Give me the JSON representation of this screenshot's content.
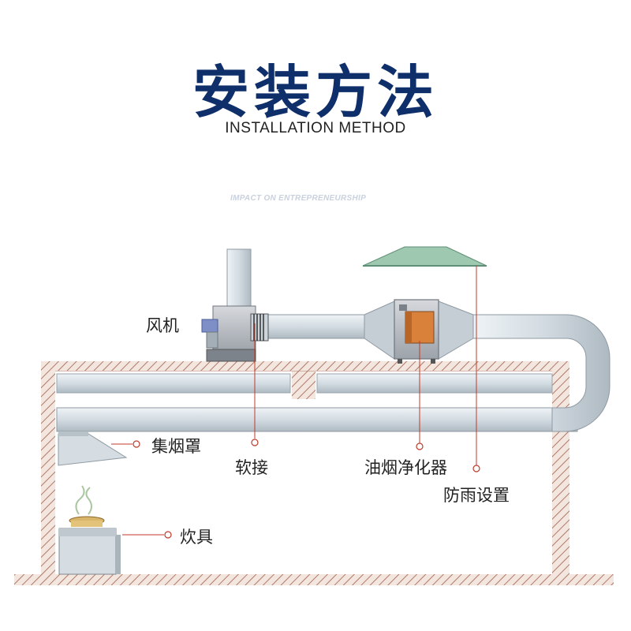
{
  "header": {
    "title": "安装方法",
    "subtitle": "INSTALLATION METHOD",
    "watermark": "IMPACT ON ENTREPRENEURSHIP"
  },
  "labels": {
    "fan": "风机",
    "hood": "集烟罩",
    "soft_joint": "软接",
    "purifier": "油烟净化器",
    "rain_cover": "防雨设置",
    "stove": "炊具"
  },
  "colors": {
    "title": "#0f2f6b",
    "duct": "#d4dde3",
    "wall_hatch": "#b07a6a",
    "leader": "#c0392b",
    "rain_cover": "#9ec9b0",
    "purifier_window": "#d9813a"
  }
}
